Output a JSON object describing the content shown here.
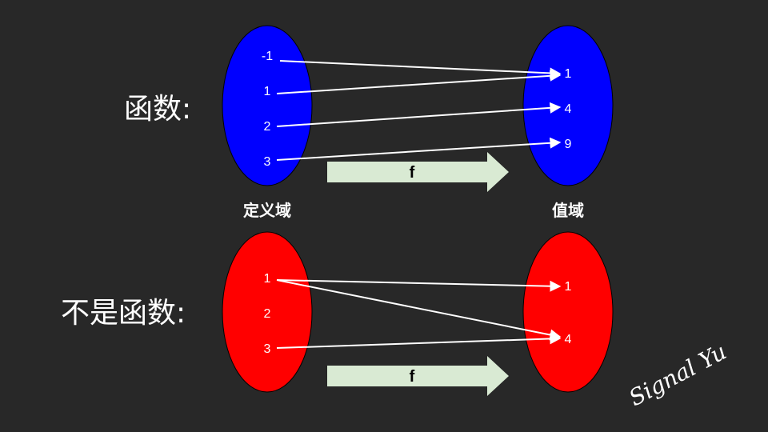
{
  "colors": {
    "background": "#282828",
    "function_set": "#0000ff",
    "non_function_set": "#ff0000",
    "arrow": "#ffffff",
    "f_arrow": "#d9ead3"
  },
  "top": {
    "title": "函数:",
    "domain_label": "定义域",
    "range_label": "值域",
    "domain_values": [
      "-1",
      "1",
      "2",
      "3"
    ],
    "range_values": [
      "1",
      "4",
      "9"
    ],
    "mapping": [
      [
        "-1",
        "1"
      ],
      [
        "1",
        "1"
      ],
      [
        "2",
        "4"
      ],
      [
        "3",
        "9"
      ]
    ],
    "f_label": "f"
  },
  "bottom": {
    "title": "不是函数:",
    "domain_values": [
      "1",
      "2",
      "3"
    ],
    "range_values": [
      "1",
      "4"
    ],
    "mapping": [
      [
        "1",
        "1"
      ],
      [
        "1",
        "4"
      ],
      [
        "3",
        "4"
      ]
    ],
    "f_label": "f"
  },
  "signature": "Signal Yu"
}
